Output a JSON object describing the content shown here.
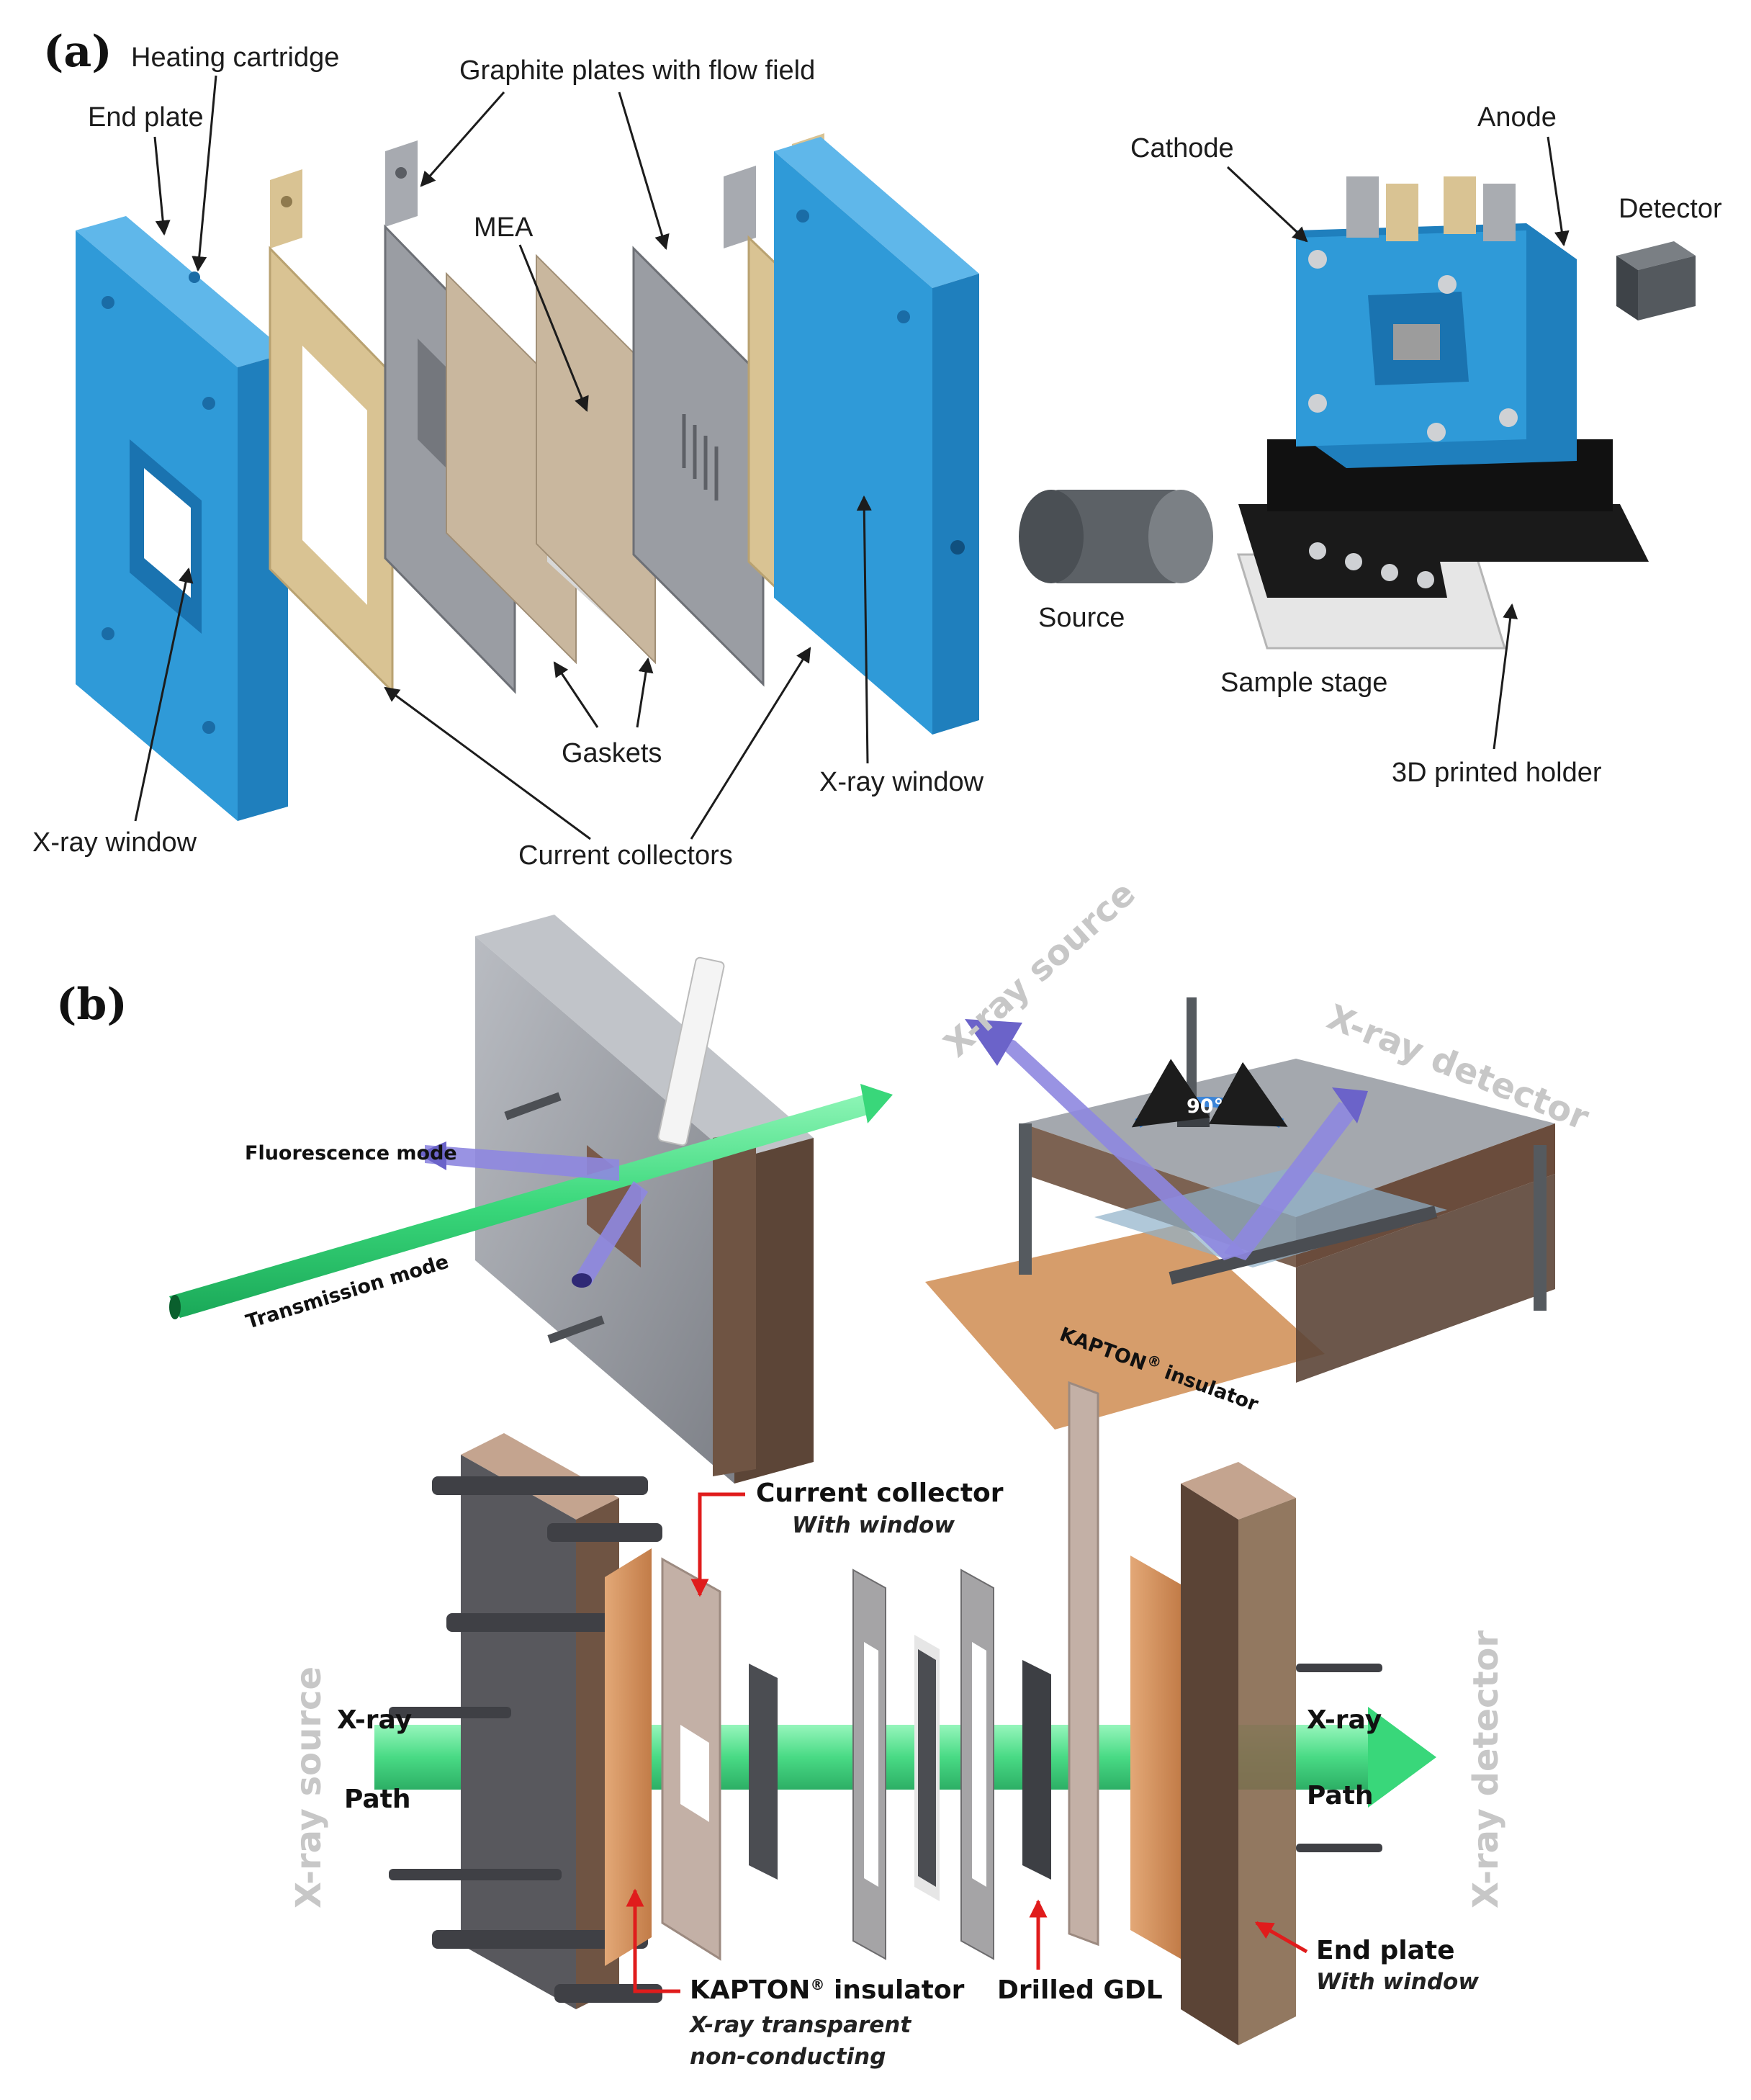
{
  "panel_a": {
    "tag": "(a)",
    "exploded_labels": {
      "heating_cartridge": "Heating cartridge",
      "end_plate": "End plate",
      "graphite_plates": "Graphite plates with flow field",
      "mea": "MEA",
      "gaskets": "Gaskets",
      "xray_window_left": "X-ray window",
      "xray_window_right": "X-ray window",
      "current_collectors": "Current collectors"
    },
    "setup_labels": {
      "cathode": "Cathode",
      "anode": "Anode",
      "detector": "Detector",
      "source": "Source",
      "sample_stage": "Sample stage",
      "holder": "3D printed holder"
    }
  },
  "panel_b": {
    "tag": "(b)",
    "cell_modes": {
      "fluorescence": "Fluorescence mode",
      "transmission": "Transmission mode"
    },
    "grazing": {
      "source": "X-ray source",
      "detector": "X-ray detector",
      "angle": "90°",
      "kapton": "KAPTON",
      "kapton_reg": "®",
      "kapton_suffix": " insulator"
    },
    "exploded": {
      "current_collector": "Current collector",
      "current_collector_note": "With window",
      "source_side": "X-ray source",
      "detector_side": "X-ray detector",
      "path_left_1": "X-ray",
      "path_left_2": "Path",
      "path_right_1": "X-ray",
      "path_right_2": "Path",
      "kapton": "KAPTON",
      "kapton_reg": "®",
      "kapton_suffix": " insulator",
      "kapton_note_1": "X-ray transparent",
      "kapton_note_2": "non-conducting",
      "drilled_gdl": "Drilled GDL",
      "end_plate": "End plate",
      "end_plate_note": "With window"
    }
  },
  "colors": {
    "plate_blue": "#2f9ad8",
    "copper": "#d2955e",
    "beam_green": "#45e08a",
    "beam_purple": "#8e87e0",
    "steel": "#9a9da3",
    "arrow_red": "#e01c1c"
  }
}
